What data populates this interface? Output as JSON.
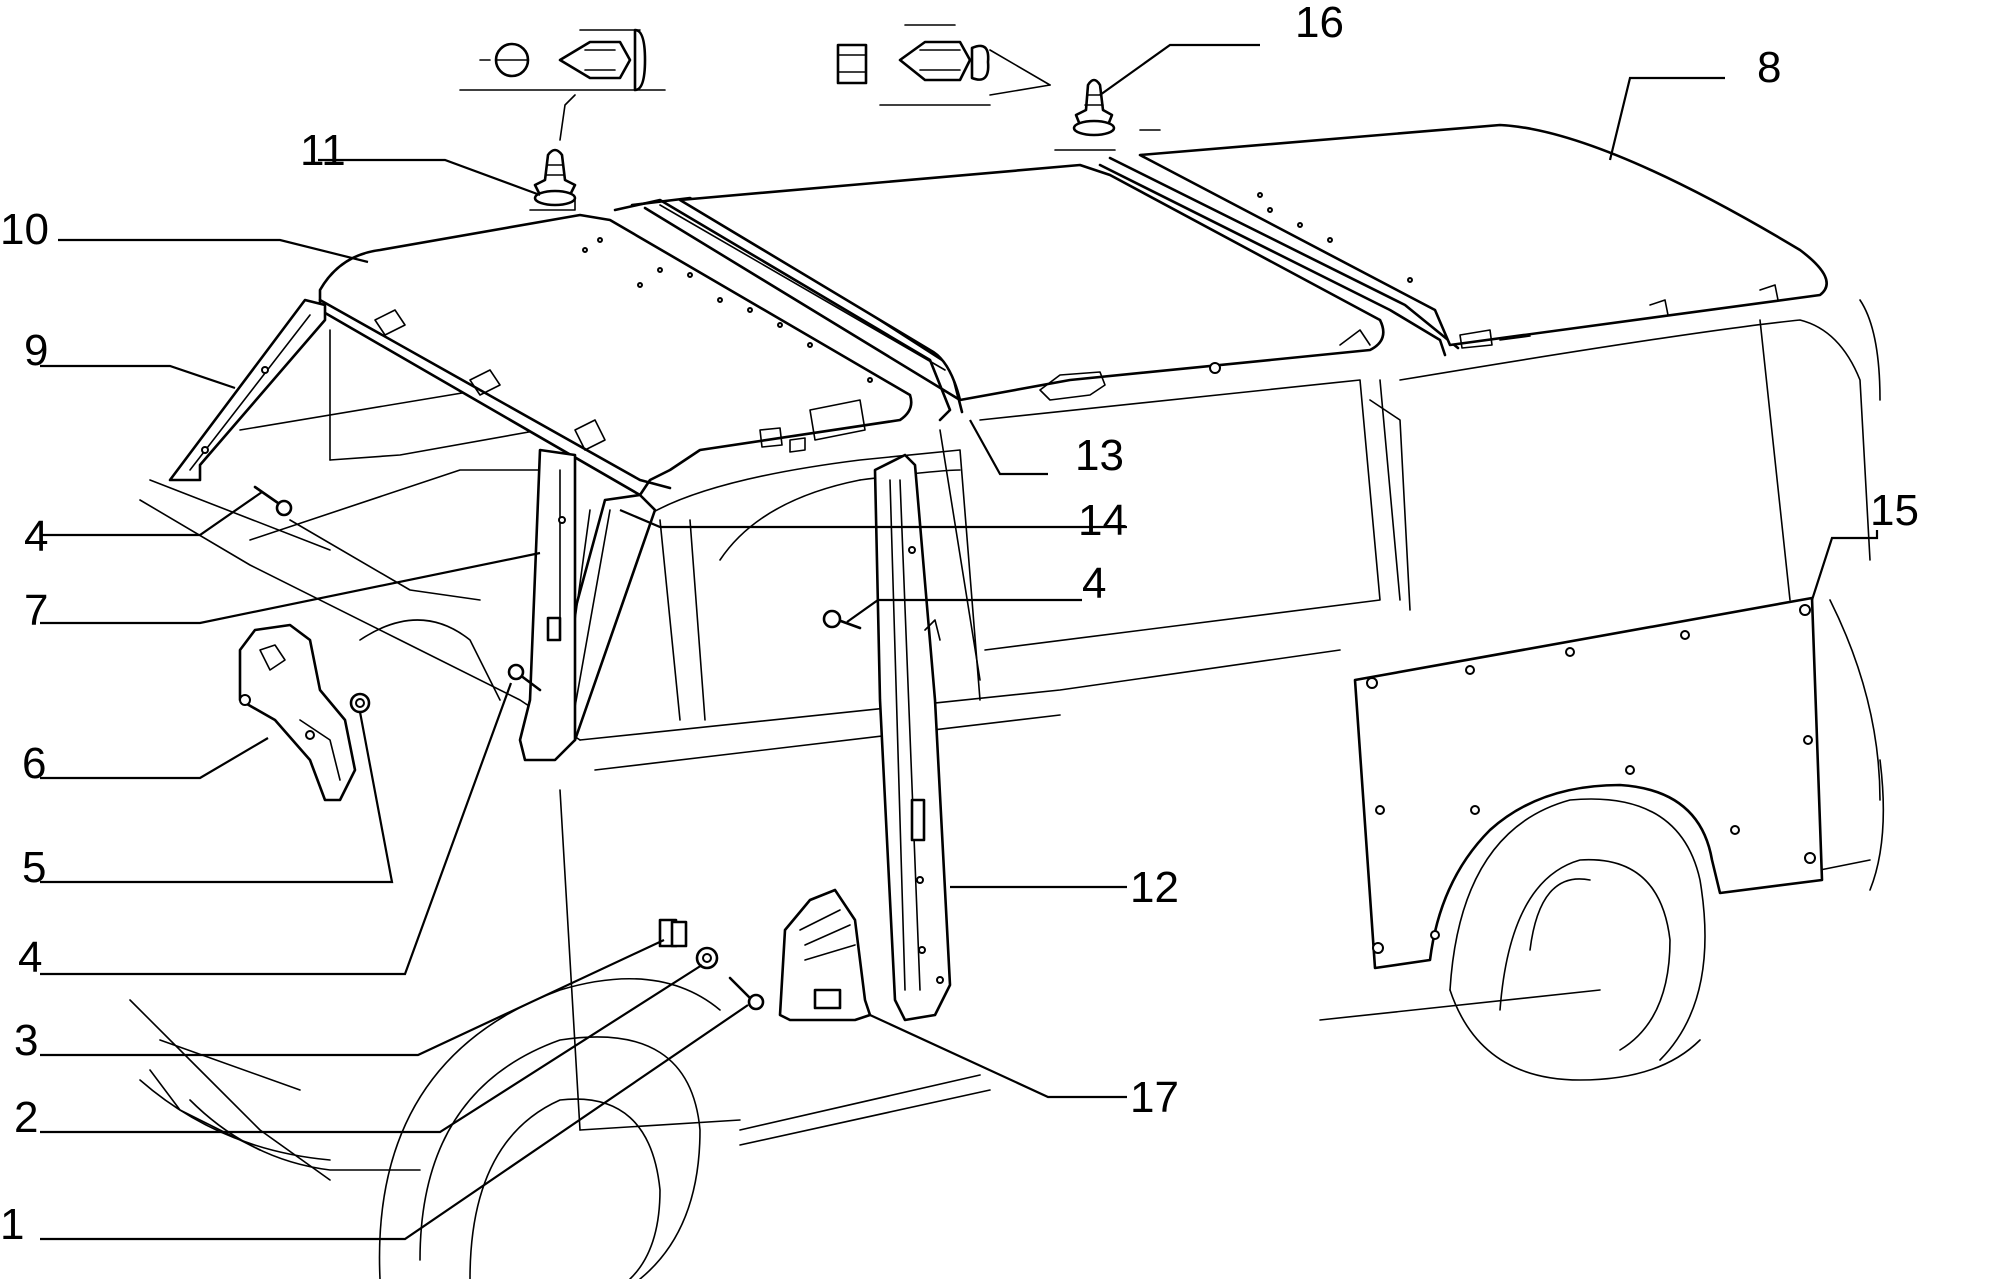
{
  "callouts": [
    {
      "id": "1",
      "text": "1"
    },
    {
      "id": "2",
      "text": "2"
    },
    {
      "id": "3",
      "text": "3"
    },
    {
      "id": "4a",
      "text": "4"
    },
    {
      "id": "4b",
      "text": "4"
    },
    {
      "id": "4c",
      "text": "4"
    },
    {
      "id": "5",
      "text": "5"
    },
    {
      "id": "6",
      "text": "6"
    },
    {
      "id": "7",
      "text": "7"
    },
    {
      "id": "8",
      "text": "8"
    },
    {
      "id": "9",
      "text": "9"
    },
    {
      "id": "10",
      "text": "10"
    },
    {
      "id": "11",
      "text": "11"
    },
    {
      "id": "12",
      "text": "12"
    },
    {
      "id": "13",
      "text": "13"
    },
    {
      "id": "14",
      "text": "14"
    },
    {
      "id": "15",
      "text": "15"
    },
    {
      "id": "16",
      "text": "16"
    },
    {
      "id": "17",
      "text": "17"
    }
  ]
}
